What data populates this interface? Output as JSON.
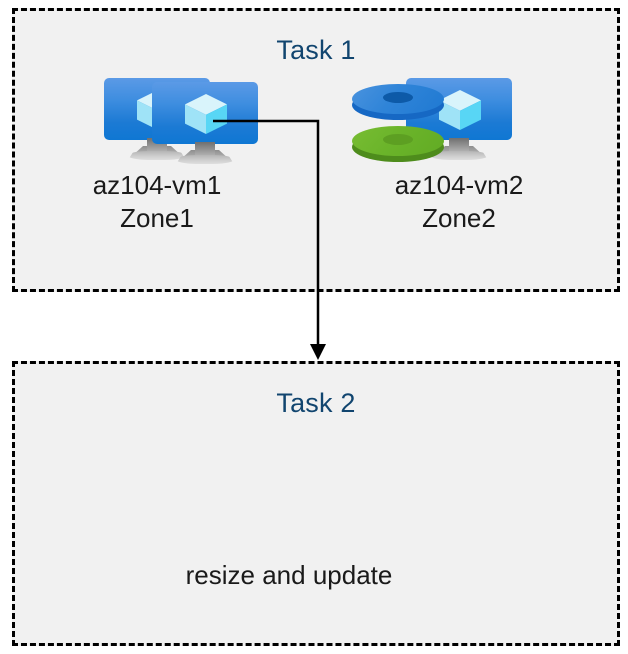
{
  "diagram": {
    "title_color": "#11456f",
    "background": "#ffffff",
    "panel_fill": "#f1f1f1",
    "border_color": "#000000",
    "label_color": "#1a1a1a",
    "tasks": [
      {
        "id": "task1",
        "title": "Task 1",
        "nodes": [
          {
            "id": "vm1",
            "icon": "virtual-machine-icon",
            "label": "az104-vm1\nZone1"
          },
          {
            "id": "vm2",
            "icon": "virtual-machine-icon",
            "label": "az104-vm2\nZone2"
          }
        ]
      },
      {
        "id": "task2",
        "title": "Task 2",
        "nodes": [
          {
            "id": "vm-task2",
            "icon": "virtual-machine-icon",
            "label": ""
          },
          {
            "id": "disk-task2",
            "icon": "managed-disk-icon",
            "label": ""
          }
        ],
        "caption": "resize and update"
      }
    ],
    "connector": {
      "name": "task1-to-task2-arrow",
      "from": "vm1",
      "to": "task2",
      "style": "elbow-with-arrowhead",
      "color": "#000000"
    },
    "icon_colors": {
      "vm_screen_top": "#5b9ae6",
      "vm_screen_bottom": "#0f77d3",
      "cube_top": "#d9f4fb",
      "cube_left": "#9fe3f7",
      "cube_right": "#58d6f5",
      "disk_blue": "#2f84d8",
      "disk_blue_hole": "#0d5aa8",
      "disk_green": "#6bb42a",
      "disk_green_hole": "#5d9f22"
    }
  }
}
